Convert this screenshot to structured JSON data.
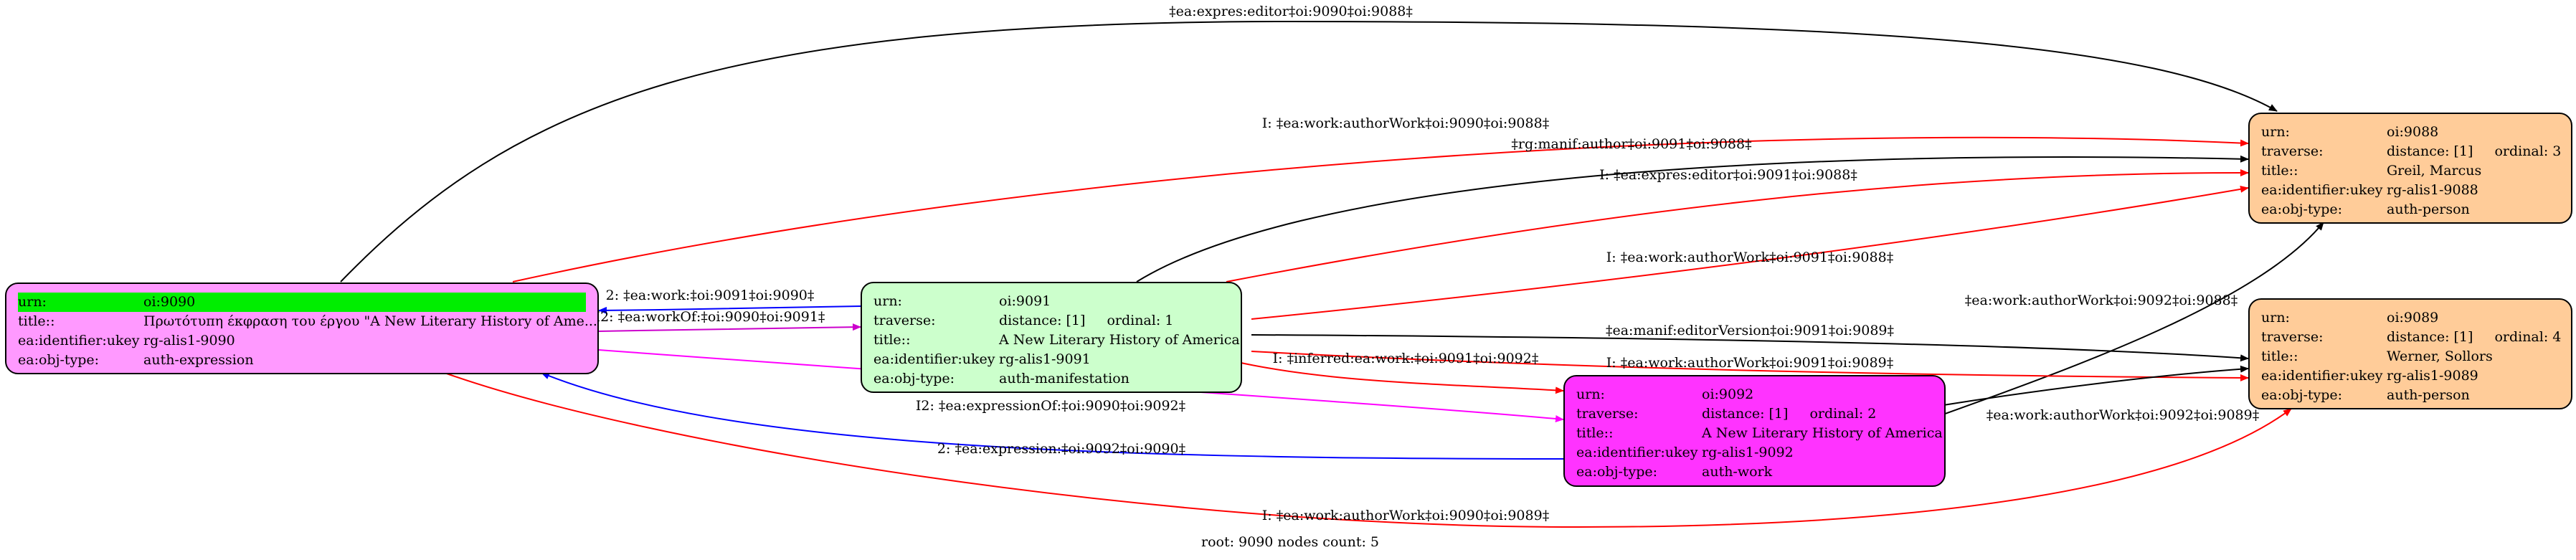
{
  "nodes": {
    "n9090": {
      "color": "#ff99ff",
      "urn_label": "urn:",
      "urn": "oi:9090",
      "title_label": "title::",
      "title": "Πρωτότυπη έκφραση του έργου \"A New Literary History of Ame...",
      "ukey_label": "ea:identifier:ukey",
      "ukey": "rg-alis1-9090",
      "type_label": "ea:obj-type:",
      "type": "auth-expression",
      "highlight": "#00ee00"
    },
    "n9091": {
      "color": "#ccffcc",
      "urn_label": "urn:",
      "urn": "oi:9091",
      "traverse_label": "traverse:",
      "distance": "distance: [1]",
      "ordinal": "ordinal: 1",
      "title_label": "title::",
      "title": "A New Literary History of America",
      "ukey_label": "ea:identifier:ukey",
      "ukey": "rg-alis1-9091",
      "type_label": "ea:obj-type:",
      "type": "auth-manifestation"
    },
    "n9092": {
      "color": "#ff33ff",
      "urn_label": "urn:",
      "urn": "oi:9092",
      "traverse_label": "traverse:",
      "distance": "distance: [1]",
      "ordinal": "ordinal: 2",
      "title_label": "title::",
      "title": "A New Literary History of America",
      "ukey_label": "ea:identifier:ukey",
      "ukey": "rg-alis1-9092",
      "type_label": "ea:obj-type:",
      "type": "auth-work"
    },
    "n9088": {
      "color": "#ffcc99",
      "urn_label": "urn:",
      "urn": "oi:9088",
      "traverse_label": "traverse:",
      "distance": "distance: [1]",
      "ordinal": "ordinal: 3",
      "title_label": "title::",
      "title": "Greil, Marcus",
      "ukey_label": "ea:identifier:ukey",
      "ukey": "rg-alis1-9088",
      "type_label": "ea:obj-type:",
      "type": "auth-person"
    },
    "n9089": {
      "color": "#ffcc99",
      "urn_label": "urn:",
      "urn": "oi:9089",
      "traverse_label": "traverse:",
      "distance": "distance: [1]",
      "ordinal": "ordinal: 4",
      "title_label": "title::",
      "title": "Werner, Sollors",
      "ukey_label": "ea:identifier:ukey",
      "ukey": "rg-alis1-9089",
      "type_label": "ea:obj-type:",
      "type": "auth-person"
    }
  },
  "edges": [
    {
      "id": "e1",
      "label": "‡ea:expres:editor‡oi:9090‡oi:9088‡",
      "color": "#000000"
    },
    {
      "id": "e2",
      "label": "I: ‡ea:work:authorWork‡oi:9090‡oi:9088‡",
      "color": "#ff0000"
    },
    {
      "id": "e3",
      "label": "‡rg:manif:author‡oi:9091‡oi:9088‡",
      "color": "#000000"
    },
    {
      "id": "e4",
      "label": "I: ‡ea:expres:editor‡oi:9091‡oi:9088‡",
      "color": "#ff0000"
    },
    {
      "id": "e5",
      "label": "I: ‡ea:work:authorWork‡oi:9091‡oi:9088‡",
      "color": "#ff0000"
    },
    {
      "id": "e6",
      "label": "‡ea:work:authorWork‡oi:9092‡oi:9088‡",
      "color": "#000000"
    },
    {
      "id": "e7",
      "label": "‡ea:manif:editorVersion‡oi:9091‡oi:9089‡",
      "color": "#000000"
    },
    {
      "id": "e8",
      "label": "I: ‡ea:work:authorWork‡oi:9091‡oi:9089‡",
      "color": "#ff0000"
    },
    {
      "id": "e9",
      "label": "‡ea:work:authorWork‡oi:9092‡oi:9089‡",
      "color": "#000000"
    },
    {
      "id": "e10",
      "label": "2: ‡ea:work:‡oi:9091‡oi:9090‡",
      "color": "#0000ff"
    },
    {
      "id": "e11",
      "label": "I2: ‡ea:workOf:‡oi:9090‡oi:9091‡",
      "color": "#cc00cc"
    },
    {
      "id": "e12",
      "label": "I2: ‡ea:expressionOf:‡oi:9090‡oi:9092‡",
      "color": "#ff00ff"
    },
    {
      "id": "e13",
      "label": "I: ‡inferred:ea:work:‡oi:9091‡oi:9092‡",
      "color": "#ff0000"
    },
    {
      "id": "e14",
      "label": "2: ‡ea:expression:‡oi:9092‡oi:9090‡",
      "color": "#0000ff"
    },
    {
      "id": "e15",
      "label": "I: ‡ea:work:authorWork‡oi:9090‡oi:9089‡",
      "color": "#ff0000"
    }
  ],
  "footer": "root: 9090 nodes count: 5"
}
